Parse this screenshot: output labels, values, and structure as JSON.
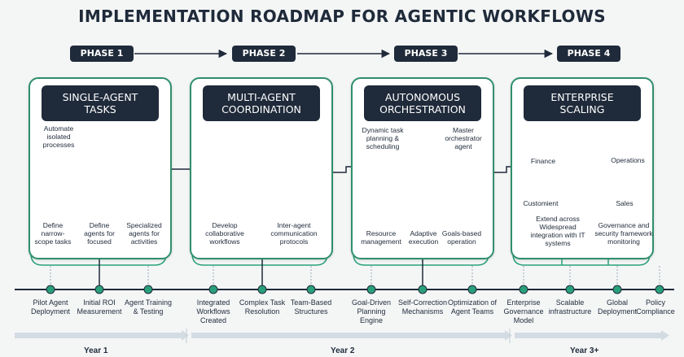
{
  "title": "IMPLEMENTATION ROADMAP FOR AGENTIC WORKFLOWS",
  "colors": {
    "navy": "#1f2a3a",
    "green": "#2f8f6b",
    "dot": "#2aa07a",
    "robot": "#b9c7cc",
    "robot_dark": "#3b4c5a"
  },
  "phases": [
    {
      "pill": "PHASE 1",
      "title": "SINGLE-AGENT TASKS",
      "labels": [
        "Automate isolated processes",
        "Define narrow-scope tasks",
        "Define agents for focused",
        "Specialized agents for activities"
      ]
    },
    {
      "pill": "PHASE 2",
      "title": "MULTI-AGENT COORDINATION",
      "labels": [
        "Develop collaborative workflows",
        "Inter-agent communication protocols"
      ]
    },
    {
      "pill": "PHASE 3",
      "title": "AUTONOMOUS ORCHESTRATION",
      "labels": [
        "Dynamic task planning & scheduling",
        "Master orchestrator agent",
        "Resource management",
        "Adaptive execution",
        "Goals-based operation"
      ]
    },
    {
      "pill": "PHASE 4",
      "title": "ENTERPRISE SCALING",
      "labels": [
        "Finance",
        "Operations",
        "Customient",
        "Sales",
        "Extend across Widespread integration with IT systems",
        "Governance and security framework monitoring"
      ]
    }
  ],
  "timeline": [
    "Pilot Agent Deployment",
    "Initial ROI Measurement",
    "Agent Training & Testing",
    "Integrated Workflows Created",
    "Complex Task Resolution",
    "Team-Based Structures",
    "Goal-Driven Planning Engine",
    "Self-Correction Mechanisms",
    "Optimization of Agent Teams",
    "Enterprise Governance Model",
    "Scalable infrastructure",
    "Global Deployment",
    "Policy Compliance"
  ],
  "years": [
    "Year 1",
    "Year 2",
    "Year 3+"
  ]
}
